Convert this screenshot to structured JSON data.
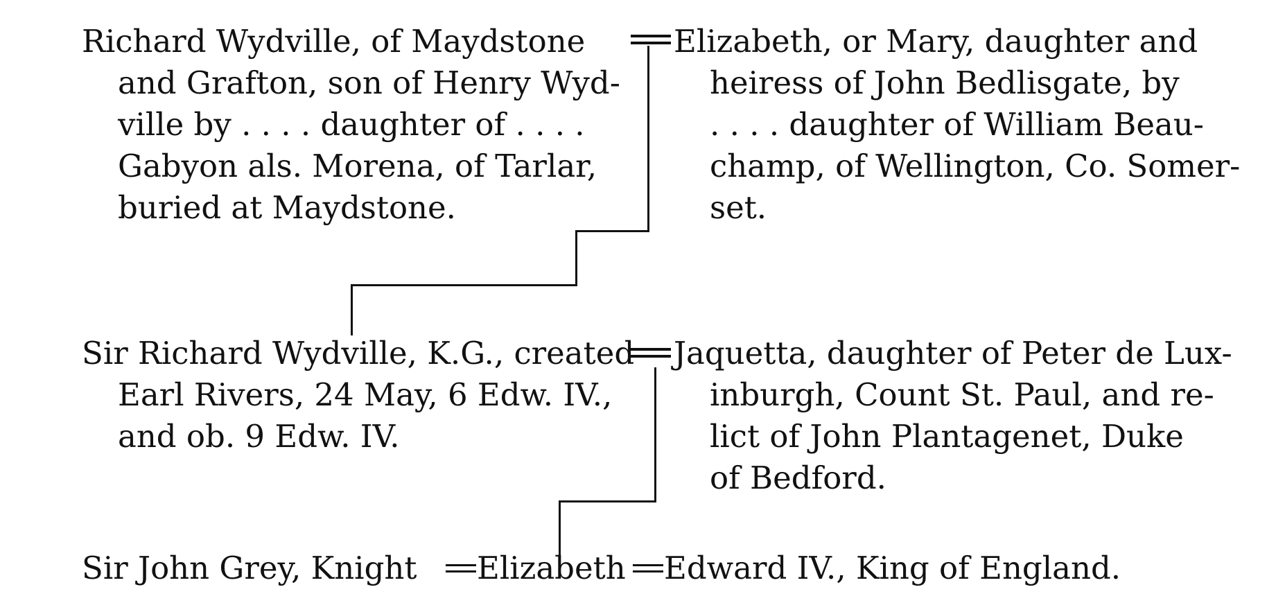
{
  "gen1": {
    "husband": {
      "lines": [
        "Richard Wydville, of Maydstone",
        "and Grafton, son of Henry Wyd-",
        "ville by . . . . daughter of . . . .",
        "Gabyon als. Morena, of Tarlar,",
        "buried at Maydstone."
      ]
    },
    "wife": {
      "lines": [
        "Elizabeth, or Mary, daughter and",
        "heiress of John Bedlisgate, by",
        ". . . . daughter of William Beau-",
        "champ, of Wellington, Co. Somer-",
        "set."
      ]
    }
  },
  "gen2": {
    "husband": {
      "lines": [
        "Sir Richard Wydville, K.G., created",
        "Earl Rivers, 24 May, 6 Edw. IV.,",
        "and ob. 9 Edw. IV."
      ]
    },
    "wife": {
      "lines": [
        "Jaquetta, daughter of Peter de Lux-",
        "inburgh, Count St. Paul, and re-",
        "lict of John Plantagenet, Duke",
        "of Bedford."
      ]
    }
  },
  "gen3": {
    "first_husband": "Sir John Grey, Knight",
    "daughter": "Elizabeth",
    "second_husband": "Edward IV., King of England."
  }
}
